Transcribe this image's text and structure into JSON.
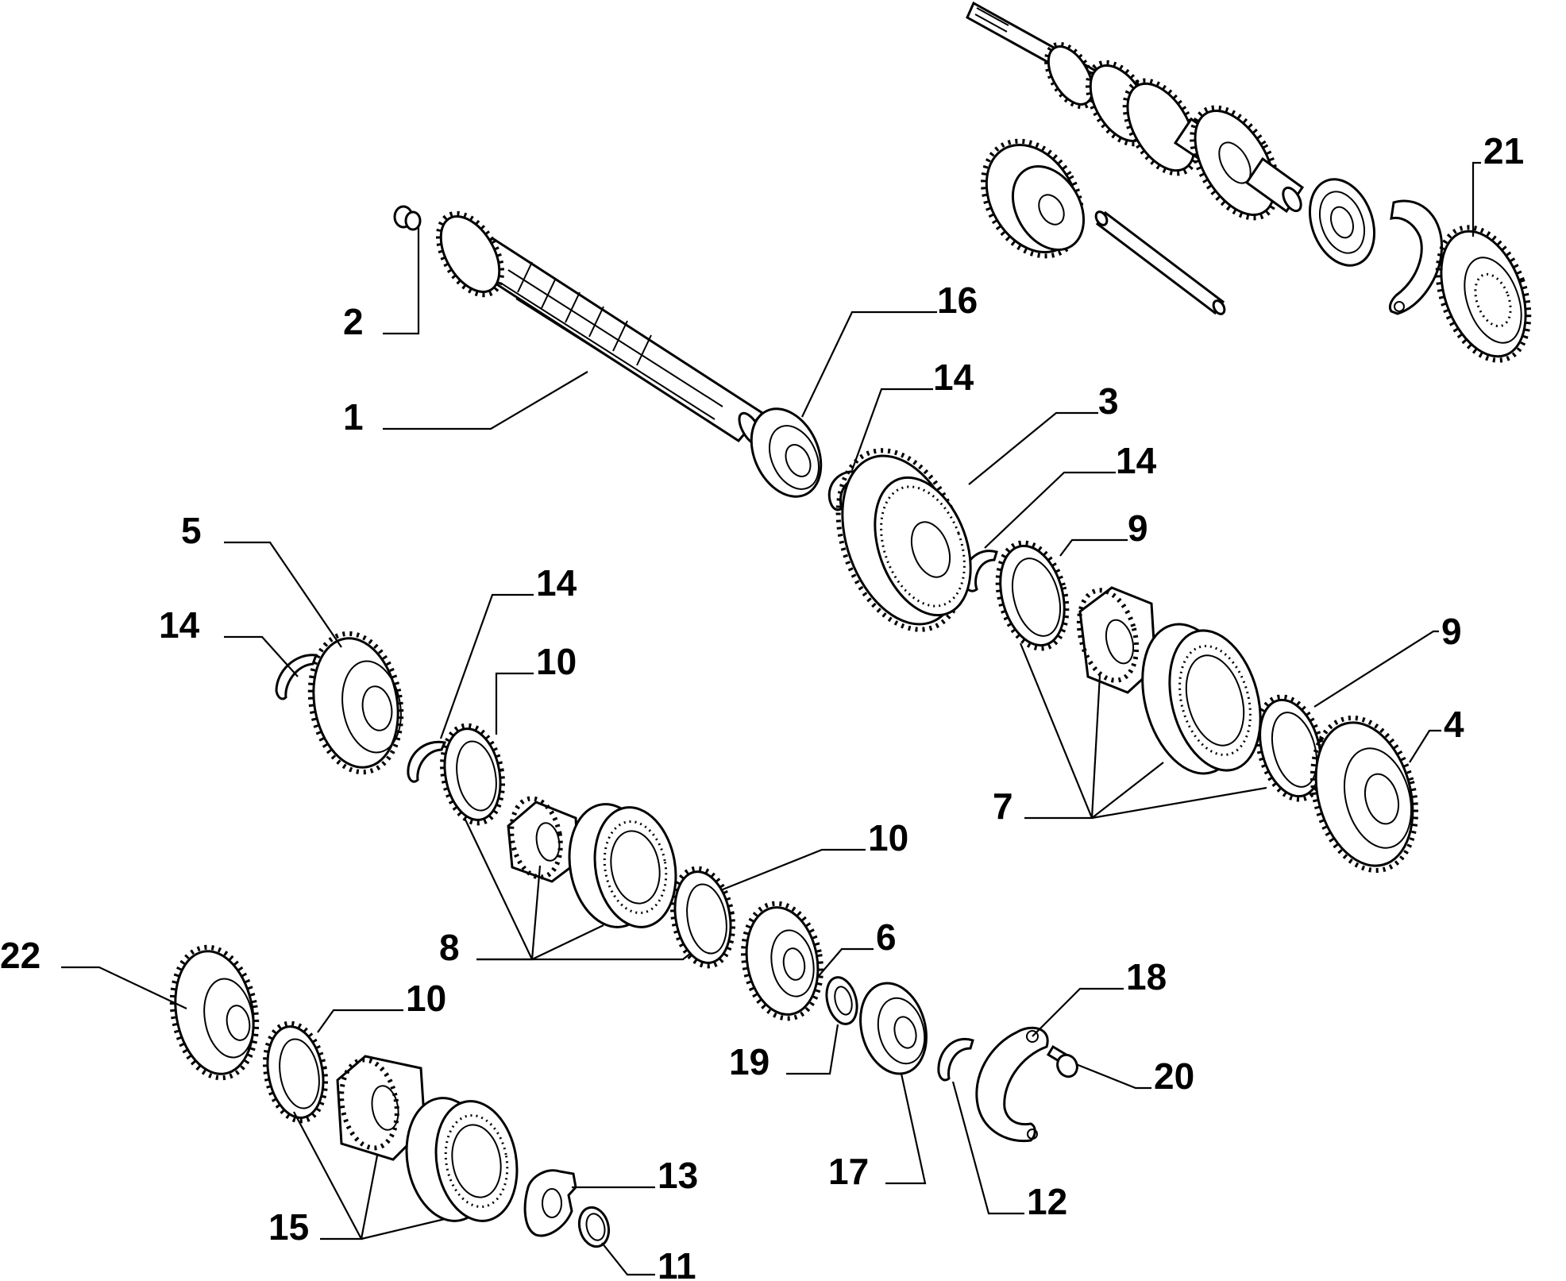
{
  "labels": {
    "l1": "1",
    "l2": "2",
    "l3": "3",
    "l4": "4",
    "l5": "5",
    "l6": "6",
    "l7": "7",
    "l8": "8",
    "l9a": "9",
    "l9b": "9",
    "l10a": "10",
    "l10b": "10",
    "l10c": "10",
    "l11": "11",
    "l12": "12",
    "l13": "13",
    "l14a": "14",
    "l14b": "14",
    "l14c": "14",
    "l14d": "14",
    "l15": "15",
    "l16": "16",
    "l17": "17",
    "l18": "18",
    "l19": "19",
    "l20": "20",
    "l21": "21",
    "l22": "22"
  }
}
